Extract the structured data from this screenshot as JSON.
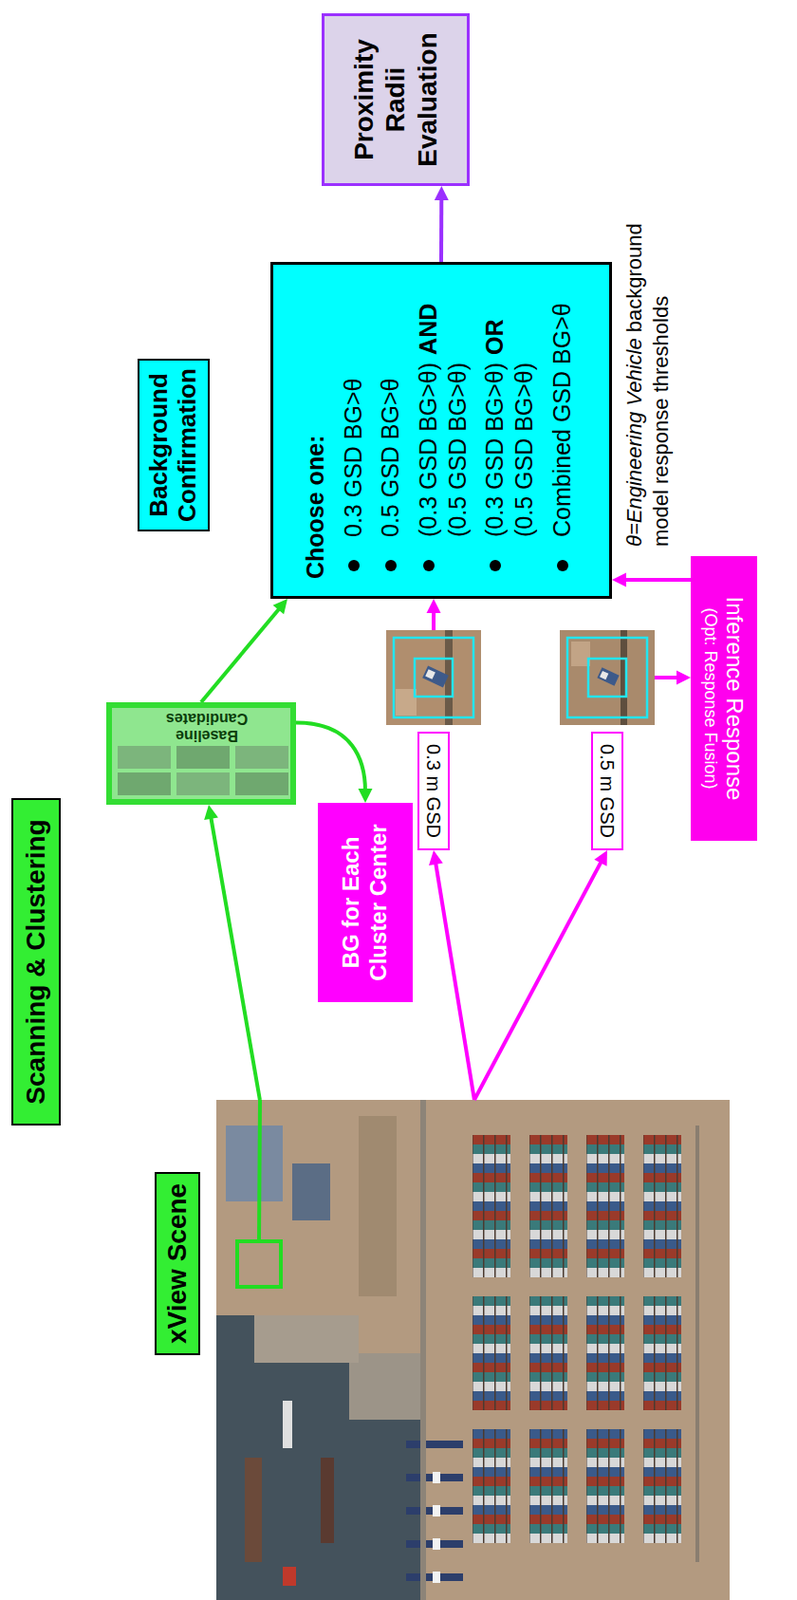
{
  "diagram": {
    "nodes": [
      {
        "text": [
          "xView Scene"
        ]
      },
      {
        "text": [
          "Scanning & Clustering"
        ]
      },
      {
        "text": [
          "Baseline Candidates"
        ]
      },
      {
        "text": [
          "BG for Each Cluster Center"
        ]
      },
      {
        "text": [
          "0.3 m GSD"
        ]
      },
      {
        "text": [
          "0.5 m GSD"
        ]
      },
      {
        "text": [
          "Inference Response",
          "(Opt: Response Fusion)"
        ]
      },
      {
        "text": [
          "Background Confirmation"
        ]
      },
      {
        "text": [
          "Choose one:",
          "0.3 GSD BG>θ",
          "0.5 GSD BG>θ",
          "(0.3 GSD BG>θ)",
          "AND",
          "(0.5 GSD BG>θ)",
          "(0.3 GSD BG>θ)",
          "OR",
          "(0.5 GSD BG>θ)",
          "Combined GSD BG>θ"
        ]
      },
      {
        "text": [
          "Proximity Radii Evaluation"
        ]
      }
    ],
    "edges": [
      {
        "from": 0,
        "to": 2,
        "arrow": "to"
      },
      {
        "from": 2,
        "to": 8,
        "arrow": "to"
      },
      {
        "from": 2,
        "to": 3,
        "arrow": "to"
      },
      {
        "from": 0,
        "to": 4,
        "arrow": "to"
      },
      {
        "from": 0,
        "to": 5,
        "arrow": "to"
      },
      {
        "from": 4,
        "to": 8,
        "arrow": "to"
      },
      {
        "from": 5,
        "to": 6,
        "arrow": "to"
      },
      {
        "from": 6,
        "to": 8,
        "arrow": "to"
      },
      {
        "from": 8,
        "to": 9,
        "arrow": "to"
      }
    ],
    "labels": [
      "θ=",
      "Engineering Vehicle",
      "background model response thresholds"
    ]
  }
}
